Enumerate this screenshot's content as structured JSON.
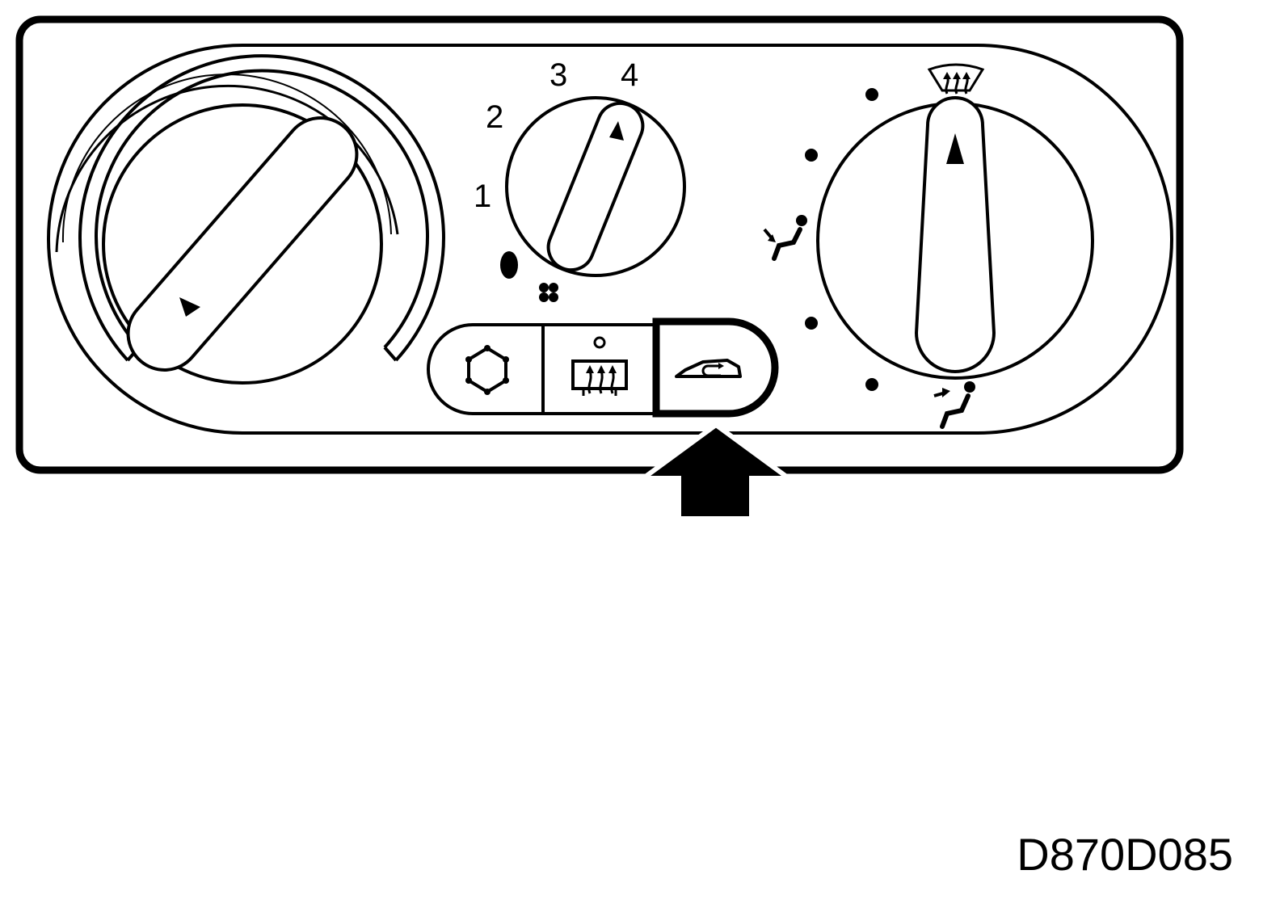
{
  "panel": {
    "name": "climate-control-panel",
    "ink_color": "#000000",
    "background_color": "#ffffff"
  },
  "fan_speed_knob": {
    "speed_labels": [
      "1",
      "2",
      "3",
      "4"
    ],
    "off_marker_icon": "off-oval-icon",
    "fan_icon": "fan-icon"
  },
  "temperature_knob": {
    "icon": "temperature-dial-icon"
  },
  "buttons": [
    {
      "name": "ac-button",
      "icon": "ac-snowflake-icon",
      "highlighted": false
    },
    {
      "name": "rear-defrost-button",
      "icon": "rear-window-defrost-icon",
      "highlighted": false
    },
    {
      "name": "recirculation-button",
      "icon": "recirculation-car-icon",
      "highlighted": true
    }
  ],
  "mode_knob": {
    "icons": [
      "windshield-defrost-icon",
      "face-vent-icon",
      "floor-vent-icon"
    ]
  },
  "indicator_arrow": {
    "icon": "up-arrow-icon",
    "points_to": "recirculation-button"
  },
  "figure_code": "D870D085"
}
